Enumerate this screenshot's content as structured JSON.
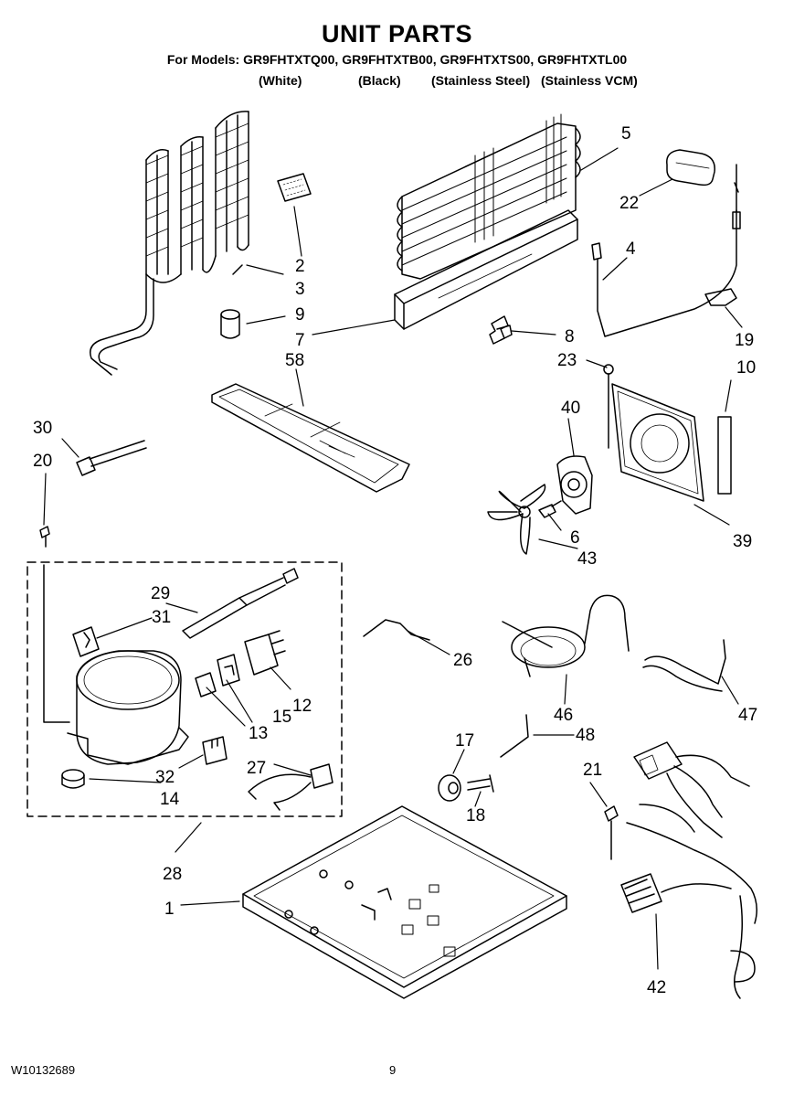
{
  "title": "UNIT PARTS",
  "models_line": "For Models: GR9FHTXTQ00, GR9FHTXTB00, GR9FHTXTS00, GR9FHTXTL00",
  "colors": [
    "(White)",
    "(Black)",
    "(Stainless Steel)",
    "(Stainless VCM)"
  ],
  "callouts": {
    "c1": "1",
    "c2": "2",
    "c3": "3",
    "c4": "4",
    "c5": "5",
    "c6": "6",
    "c7": "7",
    "c8": "8",
    "c9": "9",
    "c10": "10",
    "c12": "12",
    "c13": "13",
    "c14": "14",
    "c15": "15",
    "c17": "17",
    "c18": "18",
    "c19": "19",
    "c20": "20",
    "c21": "21",
    "c22": "22",
    "c23": "23",
    "c26": "26",
    "c27": "27",
    "c28": "28",
    "c29": "29",
    "c30": "30",
    "c31": "31",
    "c32": "32",
    "c39": "39",
    "c40": "40",
    "c42": "42",
    "c43": "43",
    "c46": "46",
    "c47": "47",
    "c48": "48",
    "c58": "58"
  },
  "footer": {
    "doc_number": "W10132689",
    "page": "9"
  }
}
